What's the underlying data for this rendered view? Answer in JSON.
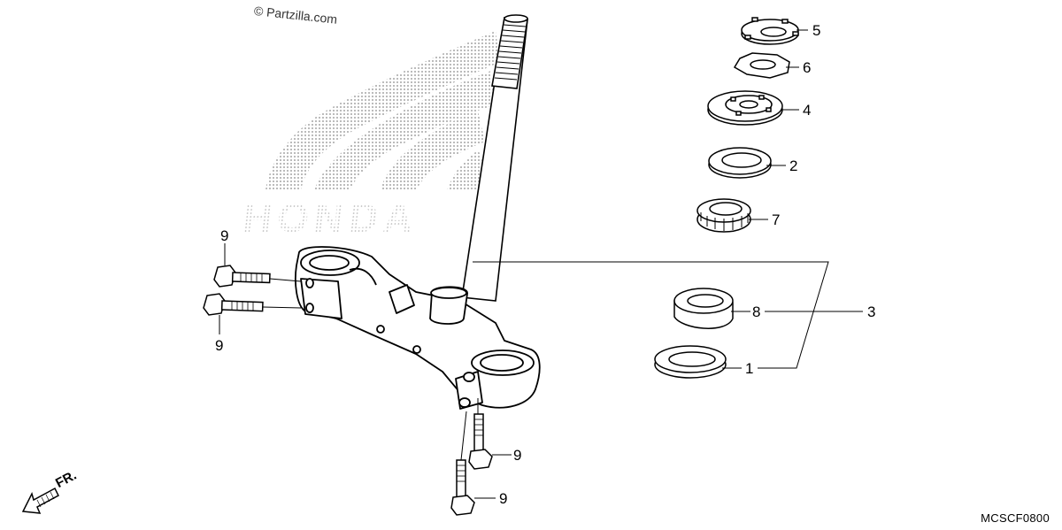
{
  "watermark": "© Partzilla.com",
  "brand_watermark": "HONDA",
  "diagram_code": "MCSCF0800",
  "front_indicator": "FR.",
  "callouts": {
    "c1": "1",
    "c2": "2",
    "c3": "3",
    "c4": "4",
    "c5": "5",
    "c6": "6",
    "c7": "7",
    "c8": "8",
    "c9a": "9",
    "c9b": "9",
    "c9c": "9",
    "c9d": "9"
  },
  "icons": [
    "honda-wing-logo",
    "front-arrow-icon"
  ]
}
